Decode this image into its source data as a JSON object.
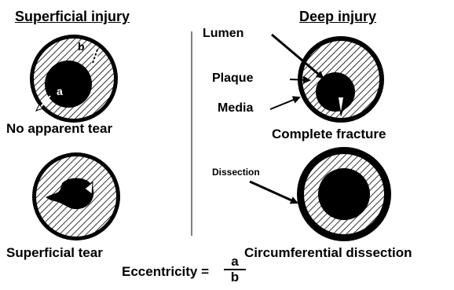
{
  "headers": {
    "left": "Superficial injury",
    "right": "Deep injury"
  },
  "captions": {
    "no_tear": "No apparent tear",
    "superficial_tear": "Superficial tear",
    "complete_fracture": "Complete fracture",
    "circumferential_dissection": "Circumferential dissection"
  },
  "pointer_labels": {
    "lumen": "Lumen",
    "plaque": "Plaque",
    "media": "Media",
    "dissection": "Dissection"
  },
  "dimension_labels": {
    "a": "a",
    "b": "b"
  },
  "formula": {
    "lhs": "Eccentricity =",
    "numerator": "a",
    "denominator": "b"
  }
}
